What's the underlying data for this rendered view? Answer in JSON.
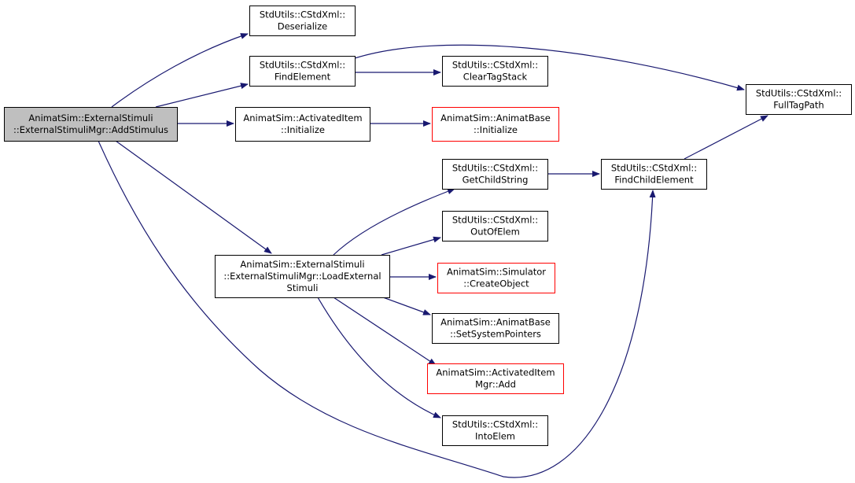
{
  "colors": {
    "edge": "#191970",
    "node_border": "#000000",
    "node_border_undocumented": "#ff0000",
    "node_fill": "#ffffff",
    "root_fill": "#bfbfbf"
  },
  "nodes": [
    {
      "id": "root",
      "lines": [
        "AnimatSim::ExternalStimuli",
        "::ExternalStimuliMgr::AddStimulus"
      ],
      "style": "root"
    },
    {
      "id": "deserialize",
      "lines": [
        "StdUtils::CStdXml::",
        "Deserialize"
      ],
      "style": "normal"
    },
    {
      "id": "findelement",
      "lines": [
        "StdUtils::CStdXml::",
        "FindElement"
      ],
      "style": "normal"
    },
    {
      "id": "cleartagstack",
      "lines": [
        "StdUtils::CStdXml::",
        "ClearTagStack"
      ],
      "style": "normal"
    },
    {
      "id": "fulltagpath",
      "lines": [
        "StdUtils::CStdXml::",
        "FullTagPath"
      ],
      "style": "normal"
    },
    {
      "id": "ai_initialize",
      "lines": [
        "AnimatSim::ActivatedItem",
        "::Initialize"
      ],
      "style": "normal"
    },
    {
      "id": "ab_initialize",
      "lines": [
        "AnimatSim::AnimatBase",
        "::Initialize"
      ],
      "style": "red"
    },
    {
      "id": "getchildstring",
      "lines": [
        "StdUtils::CStdXml::",
        "GetChildString"
      ],
      "style": "normal"
    },
    {
      "id": "findchildelement",
      "lines": [
        "StdUtils::CStdXml::",
        "FindChildElement"
      ],
      "style": "normal"
    },
    {
      "id": "outofelem",
      "lines": [
        "StdUtils::CStdXml::",
        "OutOfElem"
      ],
      "style": "normal"
    },
    {
      "id": "loadexternal",
      "lines": [
        "AnimatSim::ExternalStimuli",
        "::ExternalStimuliMgr::LoadExternal",
        "Stimuli"
      ],
      "style": "normal"
    },
    {
      "id": "createobject",
      "lines": [
        "AnimatSim::Simulator",
        "::CreateObject"
      ],
      "style": "red"
    },
    {
      "id": "setsystempointers",
      "lines": [
        "AnimatSim::AnimatBase",
        "::SetSystemPointers"
      ],
      "style": "normal"
    },
    {
      "id": "aim_add",
      "lines": [
        "AnimatSim::ActivatedItem",
        "Mgr::Add"
      ],
      "style": "red"
    },
    {
      "id": "intoelem",
      "lines": [
        "StdUtils::CStdXml::",
        "IntoElem"
      ],
      "style": "normal"
    }
  ],
  "edges": [
    {
      "from": "root",
      "to": "deserialize"
    },
    {
      "from": "root",
      "to": "findelement"
    },
    {
      "from": "root",
      "to": "ai_initialize"
    },
    {
      "from": "root",
      "to": "loadexternal"
    },
    {
      "from": "root",
      "to": "findchildelement"
    },
    {
      "from": "findelement",
      "to": "cleartagstack"
    },
    {
      "from": "findelement",
      "to": "fulltagpath"
    },
    {
      "from": "ai_initialize",
      "to": "ab_initialize"
    },
    {
      "from": "getchildstring",
      "to": "findchildelement"
    },
    {
      "from": "findchildelement",
      "to": "fulltagpath"
    },
    {
      "from": "loadexternal",
      "to": "getchildstring"
    },
    {
      "from": "loadexternal",
      "to": "outofelem"
    },
    {
      "from": "loadexternal",
      "to": "createobject"
    },
    {
      "from": "loadexternal",
      "to": "setsystempointers"
    },
    {
      "from": "loadexternal",
      "to": "aim_add"
    },
    {
      "from": "loadexternal",
      "to": "intoelem"
    }
  ]
}
